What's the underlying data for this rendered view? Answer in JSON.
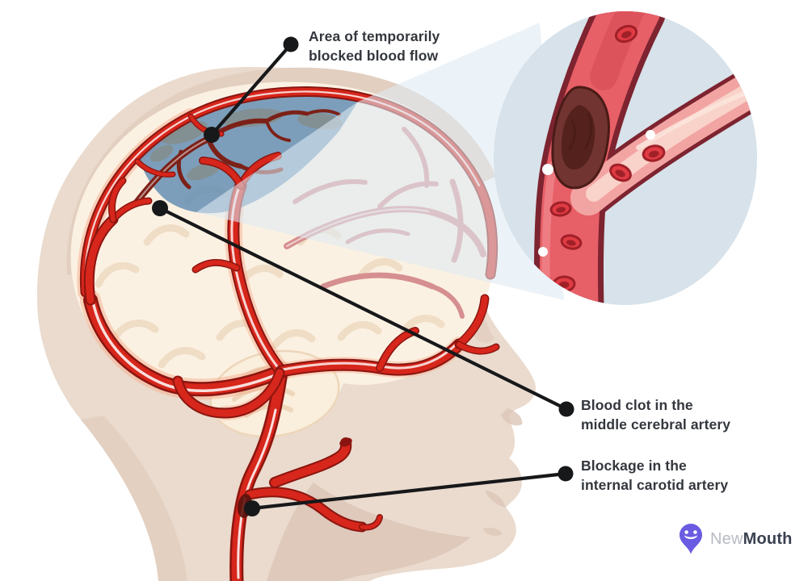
{
  "labels": {
    "blocked_flow": {
      "text": "Area of temporarily\nblocked blood flow"
    },
    "blood_clot": {
      "text": "Blood clot in the\nmiddle cerebral artery"
    },
    "blockage": {
      "text": "Blockage in the\ninternal carotid artery"
    }
  },
  "logo": {
    "prefix": "New",
    "suffix": "Mouth",
    "icon": "map-pin-smile-icon"
  },
  "colors": {
    "head": "#EADBCE",
    "head_shadow": "#DCC6B7",
    "skull": "#E2CFC0",
    "brain": "#FBF1E2",
    "gyri": "#EFDBC3",
    "glow": "#F7AB8C",
    "artery": "#D7261B",
    "artery_dark": "#8A1510",
    "artery_cluster": "#7C2118",
    "artery_faded": "#D68F90",
    "blue_region": "#5C89B2",
    "gray_blotch": "#8A8574",
    "beam": "#DFEAF3",
    "circle_bg": "#D7E2EA",
    "vessel_outline": "#7D2430",
    "vessel_fill": "#E75F67",
    "branch_fill": "#F2A4A2",
    "branch_hi": "#F9D2CA",
    "lumen_top": "#DD535B",
    "clot": "#713430",
    "clot_dark": "#54211D",
    "clot_line": "#4A1B17",
    "rbc": "#E13B44",
    "rbc_dark": "#A02028",
    "line": "#17181A",
    "text": "#33373D",
    "logo_purple": "#6A5BE2",
    "logo_new": "#B6BBC3",
    "logo_mouth": "#3A4150"
  }
}
